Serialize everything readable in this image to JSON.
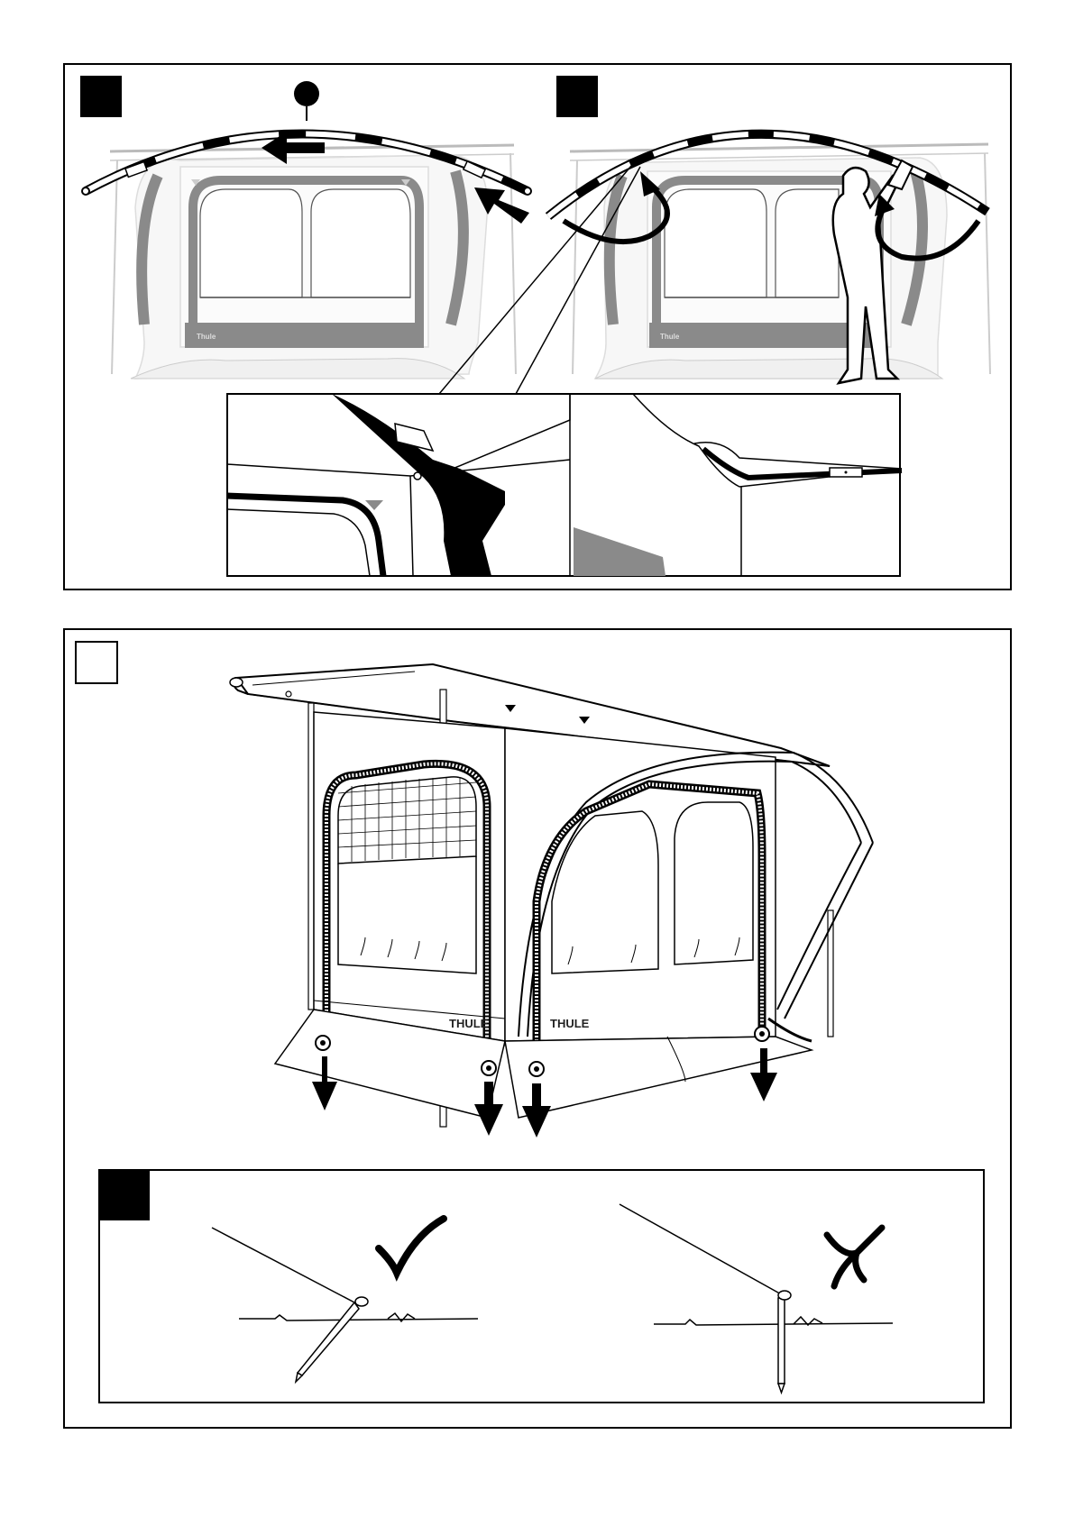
{
  "document": {
    "type": "assembly-instructions",
    "branding": {
      "front_panel_logo": "THULE",
      "side_panel_logo": "THULE",
      "panel_logo_small": "Thule"
    },
    "panels": [
      {
        "id": "top",
        "step_markers": [
          "",
          ""
        ],
        "callout_marker": ""
      },
      {
        "id": "bottom",
        "step_marker": "",
        "inset_marker": ""
      }
    ],
    "symbols": {
      "correct": "check-mark",
      "incorrect": "cross-mark"
    },
    "colors": {
      "ink": "#000000",
      "tent_grey": "#8a8a8a",
      "light_grey": "#c8c8c8",
      "background": "#ffffff"
    }
  }
}
